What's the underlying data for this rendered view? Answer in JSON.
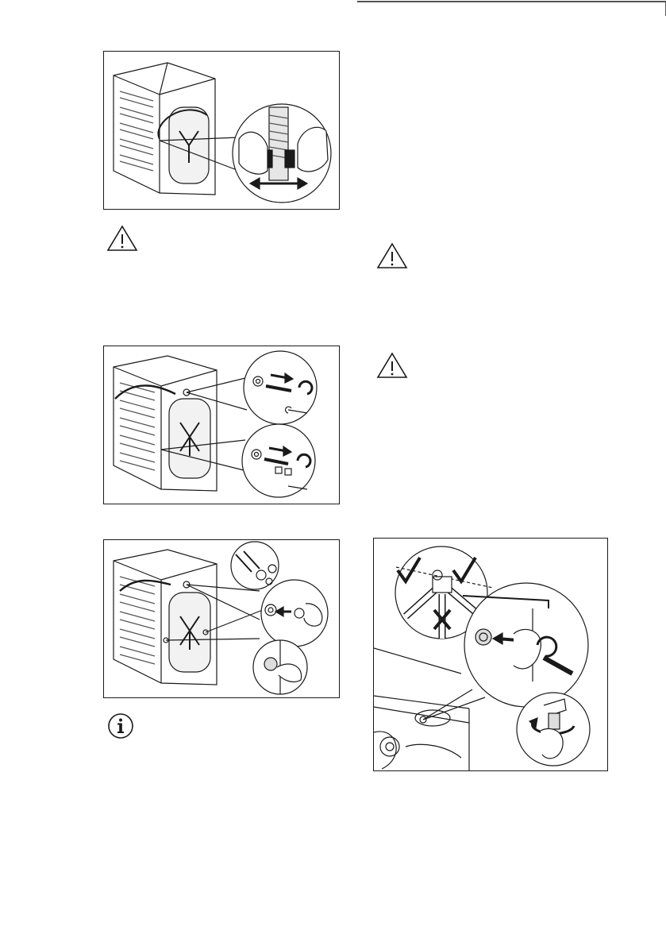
{
  "page": {
    "figures": [
      {
        "id": "fig-remove-transit-bolts",
        "icon": "washing-machine-back-illustration"
      },
      {
        "id": "fig-unscrew-bolts",
        "icon": "washing-machine-back-illustration"
      },
      {
        "id": "fig-insert-caps",
        "icon": "washing-machine-back-illustration"
      },
      {
        "id": "fig-water-inlet-hose",
        "icon": "inlet-hose-illustration"
      }
    ],
    "notices": [
      {
        "id": "warning-left",
        "icon": "warning-triangle-icon"
      },
      {
        "id": "warning-right-1",
        "icon": "warning-triangle-icon"
      },
      {
        "id": "warning-right-2",
        "icon": "warning-triangle-icon"
      },
      {
        "id": "info-left",
        "icon": "info-circle-icon"
      }
    ],
    "colors": {
      "ink": "#1a1a1a",
      "paper": "#ffffff",
      "shade": "#d9d9d9"
    }
  }
}
